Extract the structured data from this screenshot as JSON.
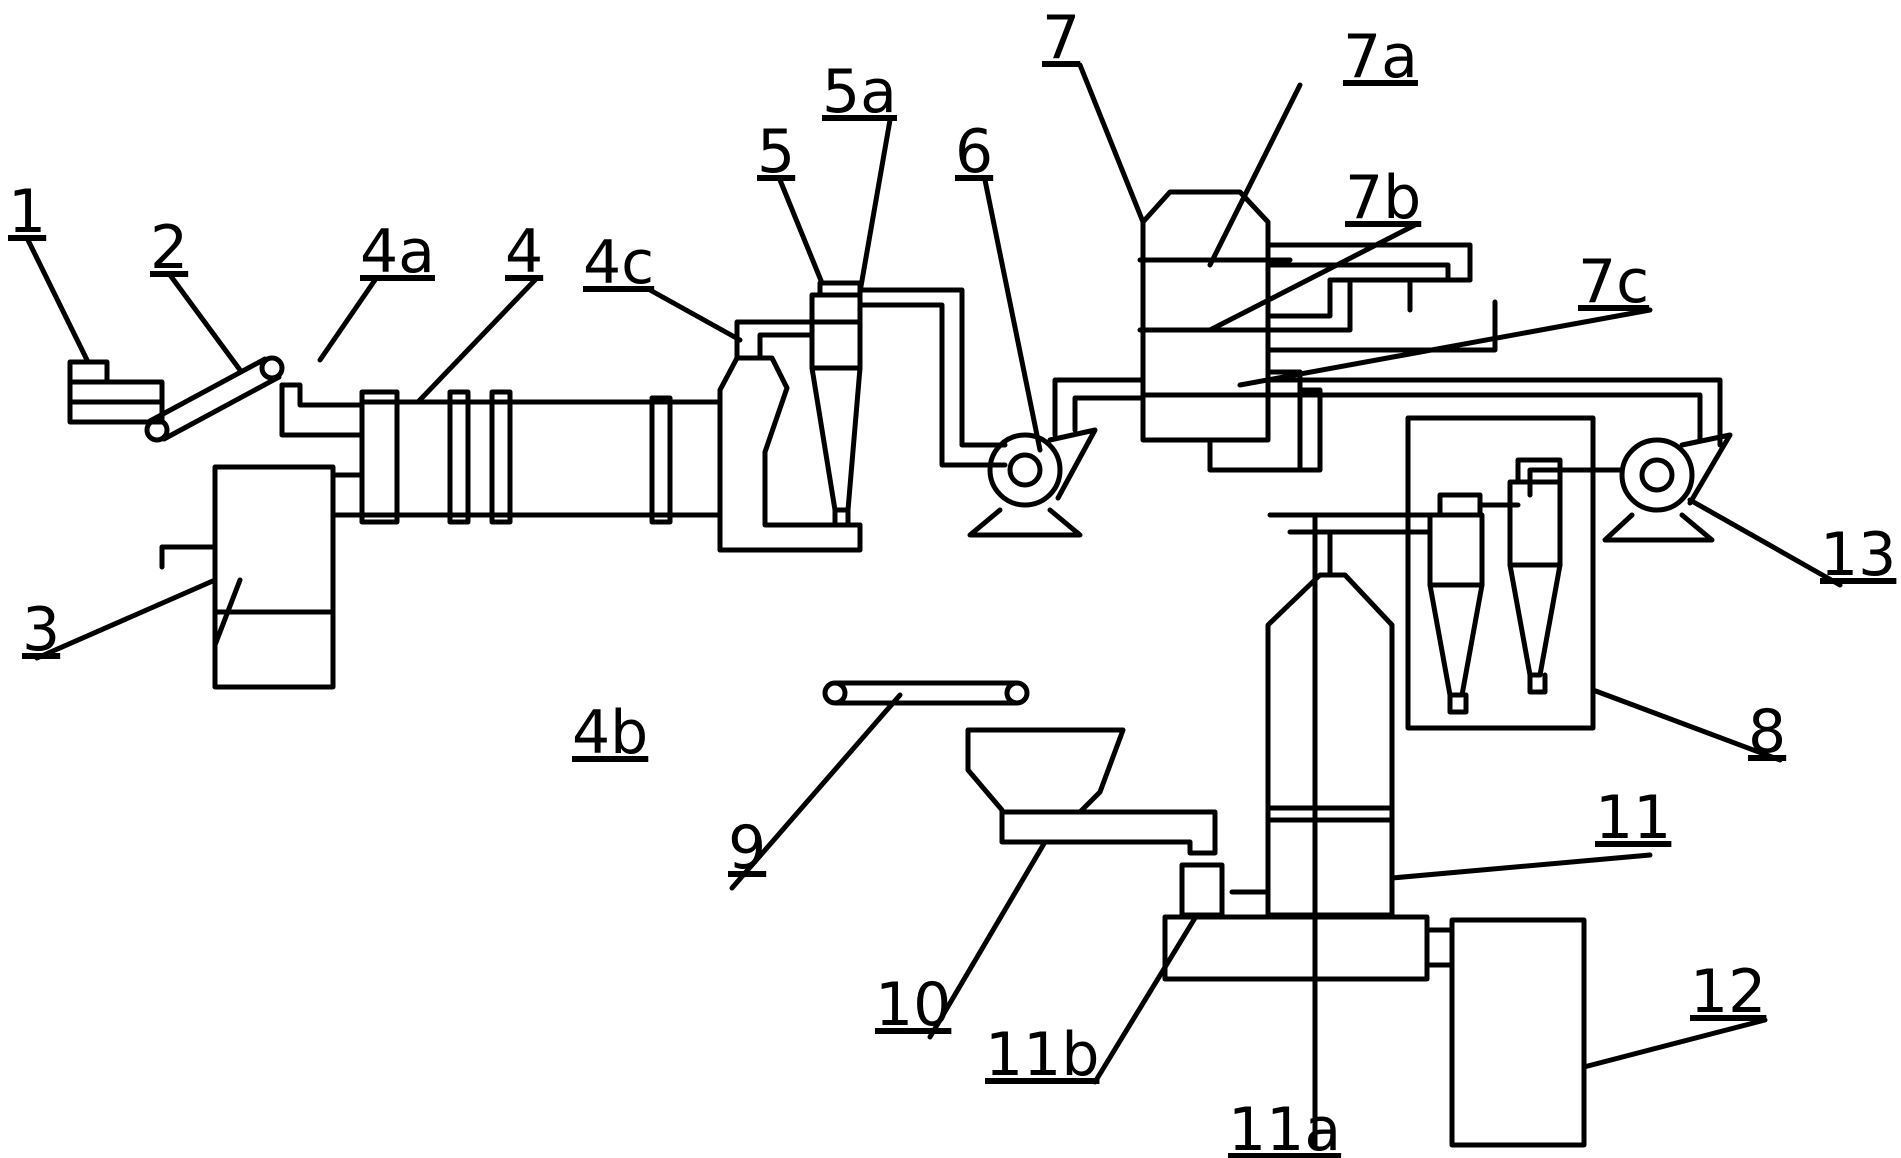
{
  "labels": {
    "l1": "1",
    "l2": "2",
    "l3": "3",
    "l4": "4",
    "l4a": "4a",
    "l4b": "4b",
    "l4c": "4c",
    "l5": "5",
    "l5a": "5a",
    "l6": "6",
    "l7": "7",
    "l7a": "7a",
    "l7b": "7b",
    "l7c": "7c",
    "l8": "8",
    "l9": "9",
    "l10": "10",
    "l11": "11",
    "l11a": "11a",
    "l11b": "11b",
    "l12": "12",
    "l13": "13"
  }
}
